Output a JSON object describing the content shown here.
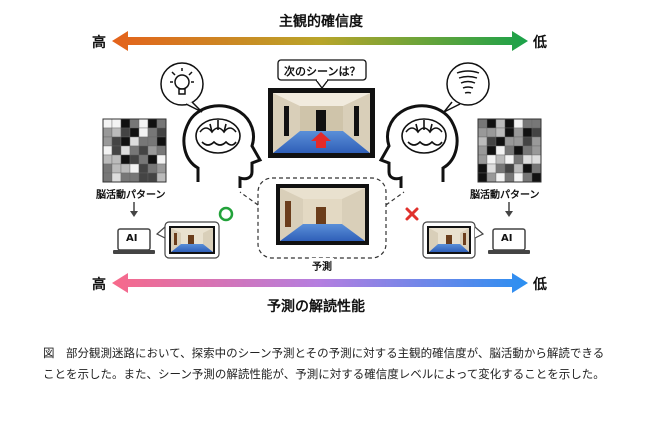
{
  "diagram": {
    "top_axis": {
      "title": "主観的確信度",
      "left_label": "高",
      "right_label": "低",
      "colors": [
        "#e4621b",
        "#1aa24a"
      ]
    },
    "bottom_axis": {
      "title": "予測の解読性能",
      "left_label": "高",
      "right_label": "低",
      "colors": [
        "#f7698a",
        "#2a8ff1"
      ]
    },
    "question_bubble": "次のシーンは？",
    "brain_pattern_left": "脳活動パターン",
    "brain_pattern_right": "脳活動パターン",
    "ai_left": "AI",
    "ai_right": "AI",
    "prediction_label": "予測",
    "correct_mark_color": "#22a23a",
    "wrong_mark_color": "#e0312c",
    "icons": [
      "lightbulb-icon",
      "tornado-icon",
      "brain-icon",
      "laptop-icon",
      "check-circle-icon",
      "cross-icon",
      "arrow-up-icon"
    ]
  },
  "caption": "図　部分観測迷路において、探索中のシーン予測とその予測に対する主観的確信度が、脳活動から解読できることを示した。また、シーン予測の解読性能が、予測に対する確信度レベルによって変化することを示した。"
}
